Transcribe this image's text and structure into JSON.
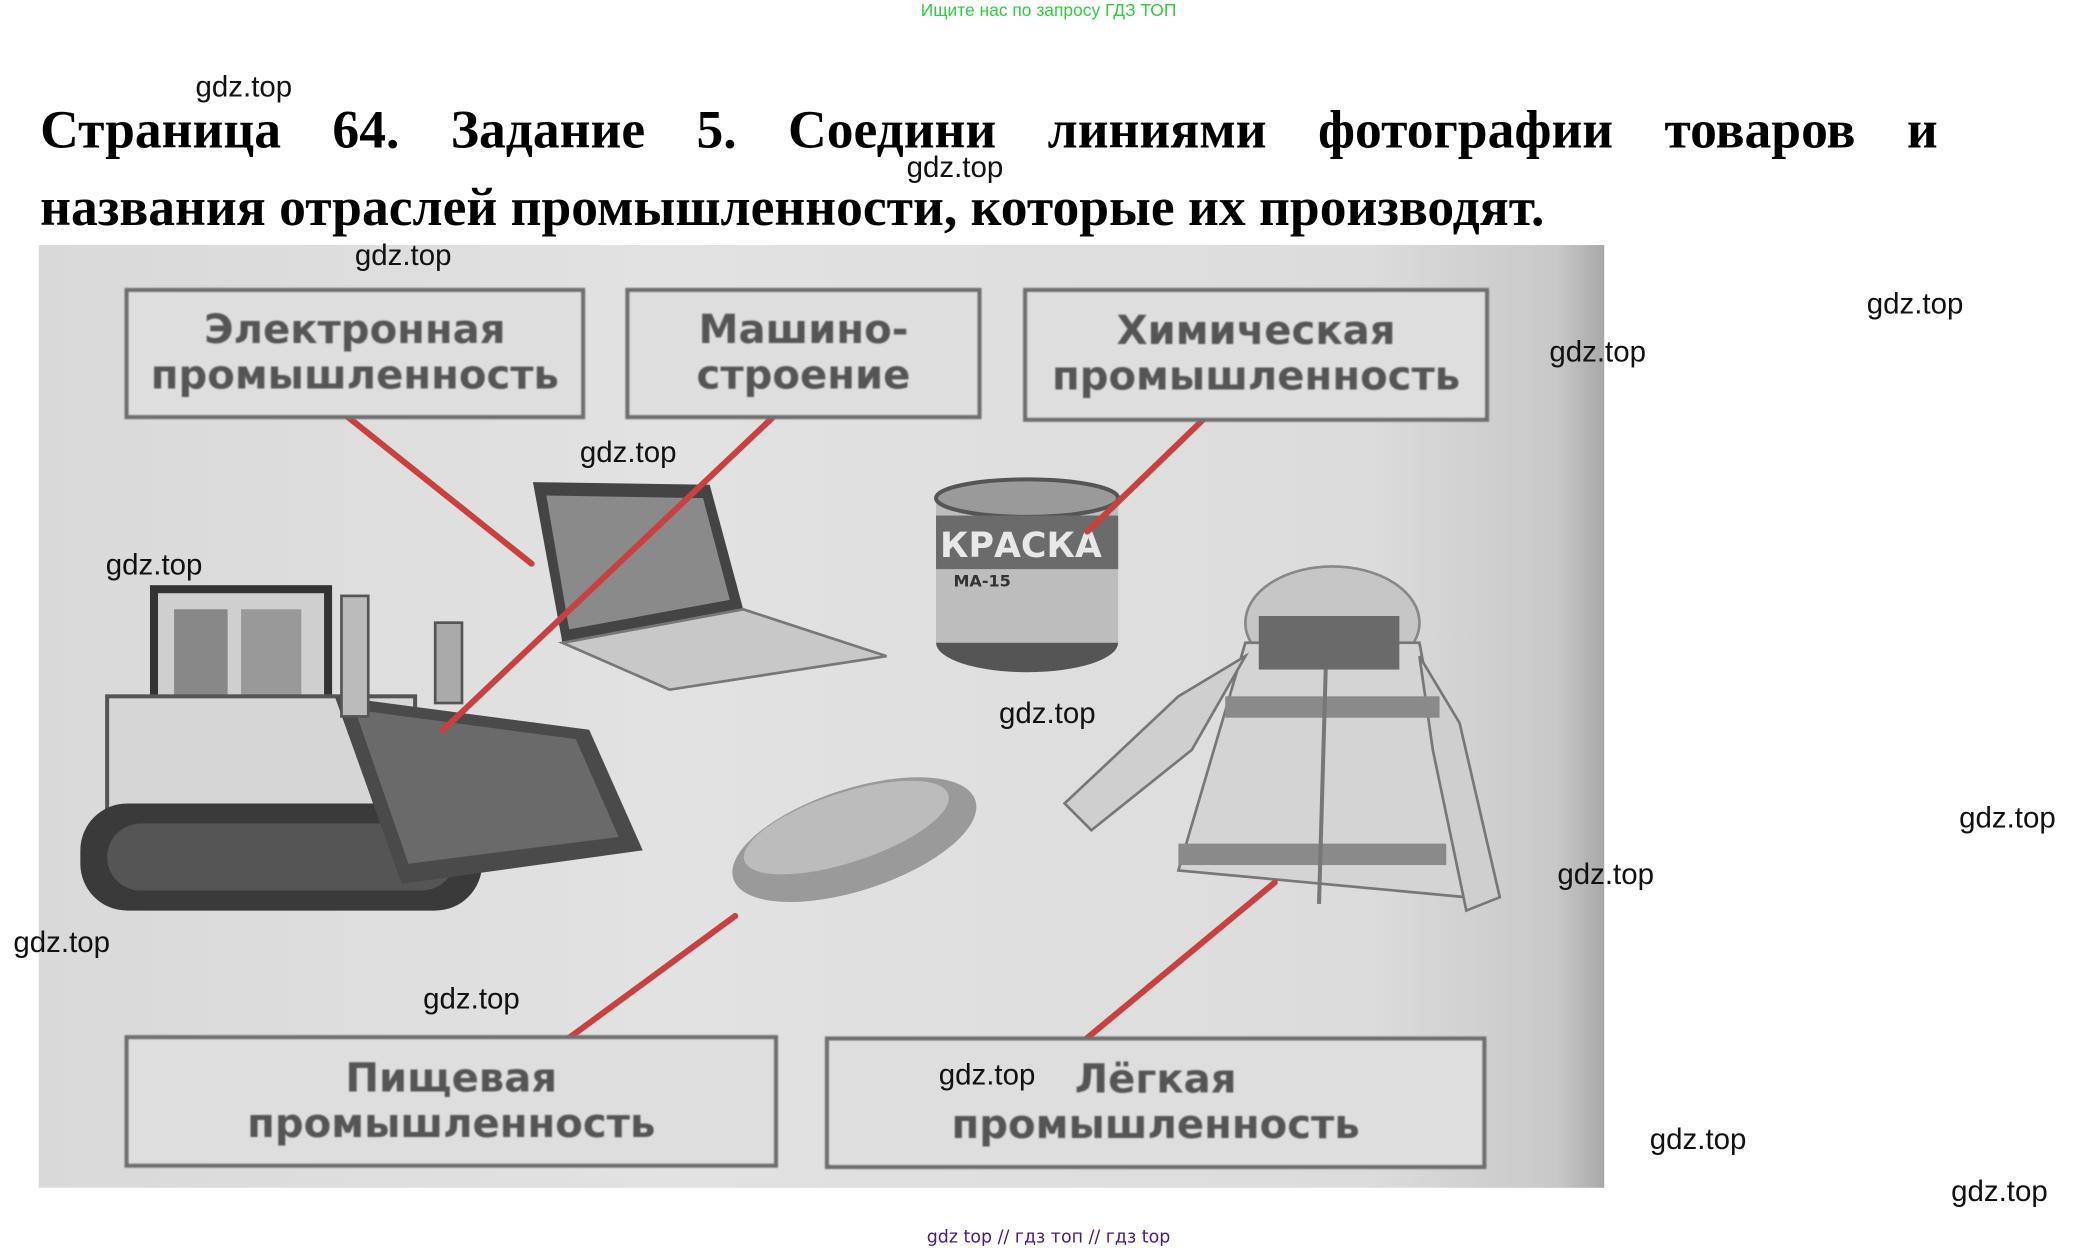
{
  "top_note": "Ищите нас по запросу ГДЗ ТОП",
  "title": {
    "line1": "Страница 64. Задание 5. Соедини линиями фотографии товаров и",
    "line2": "названия отраслей промышленности, которые их производят."
  },
  "labels": {
    "electronic": [
      "Электронная",
      "промышленность"
    ],
    "machine": [
      "Машино-",
      "строение"
    ],
    "chemical": [
      "Химическая",
      "промышленность"
    ],
    "food": [
      "Пищевая",
      "промышленность"
    ],
    "light": [
      "Лёгкая",
      "промышленность"
    ]
  },
  "paint_can_text": "КРАСКА",
  "paint_can_sub": "МА-15",
  "watermark": "gdz.top",
  "footer": "gdz top  //  гдз топ  //  гдз top",
  "colors": {
    "line": "#c94040",
    "note": "#2ecc40",
    "footer": "#4a1a7a"
  }
}
